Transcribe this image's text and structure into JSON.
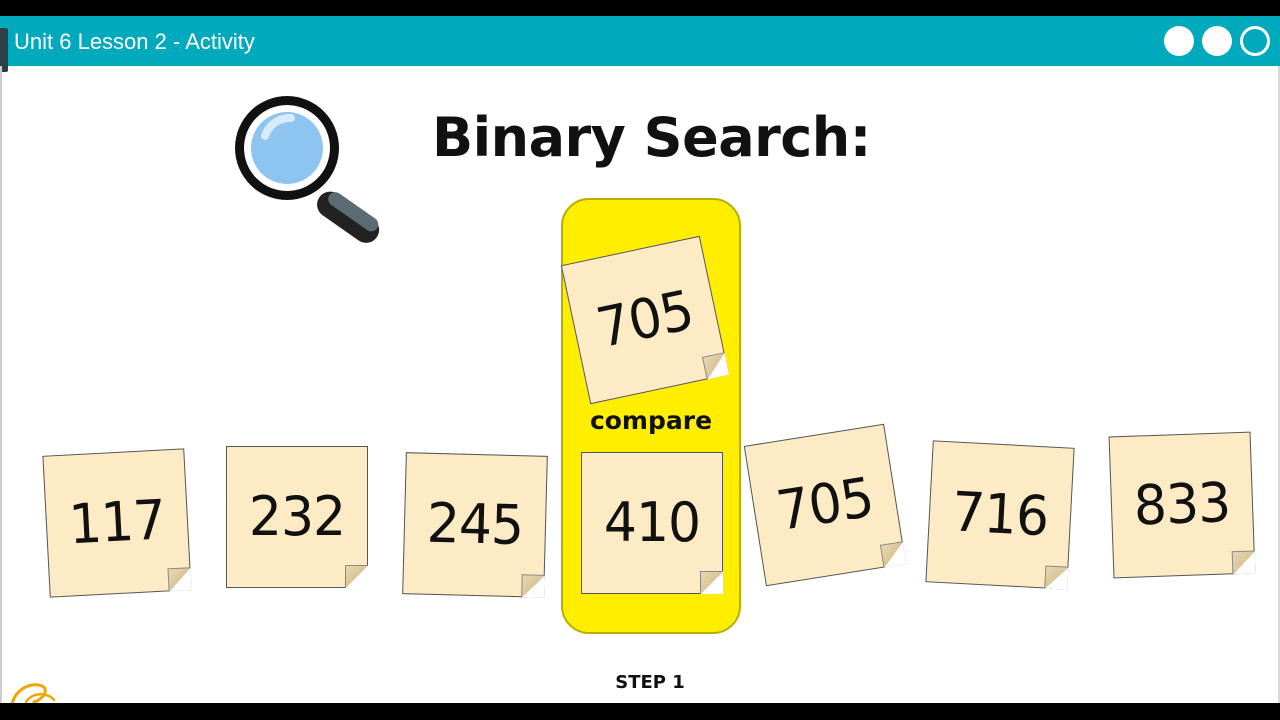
{
  "header": {
    "title": "Unit 6 Lesson 2 - Activity",
    "controls": [
      "dot-1",
      "dot-2",
      "dot-3"
    ]
  },
  "main": {
    "heading": "Binary Search:",
    "search_target": "705",
    "compare_label": "compare",
    "step_label": "STEP 1",
    "cards": [
      {
        "value": "117"
      },
      {
        "value": "232"
      },
      {
        "value": "245"
      },
      {
        "value": "410"
      },
      {
        "value": "705"
      },
      {
        "value": "716"
      },
      {
        "value": "833"
      }
    ]
  },
  "colors": {
    "topbar": "#00a9bb",
    "highlight": "#ffee00",
    "note": "#fcebc5"
  },
  "icons": {
    "magnifier": "magnifying-glass-icon",
    "corner": "logo-icon"
  }
}
